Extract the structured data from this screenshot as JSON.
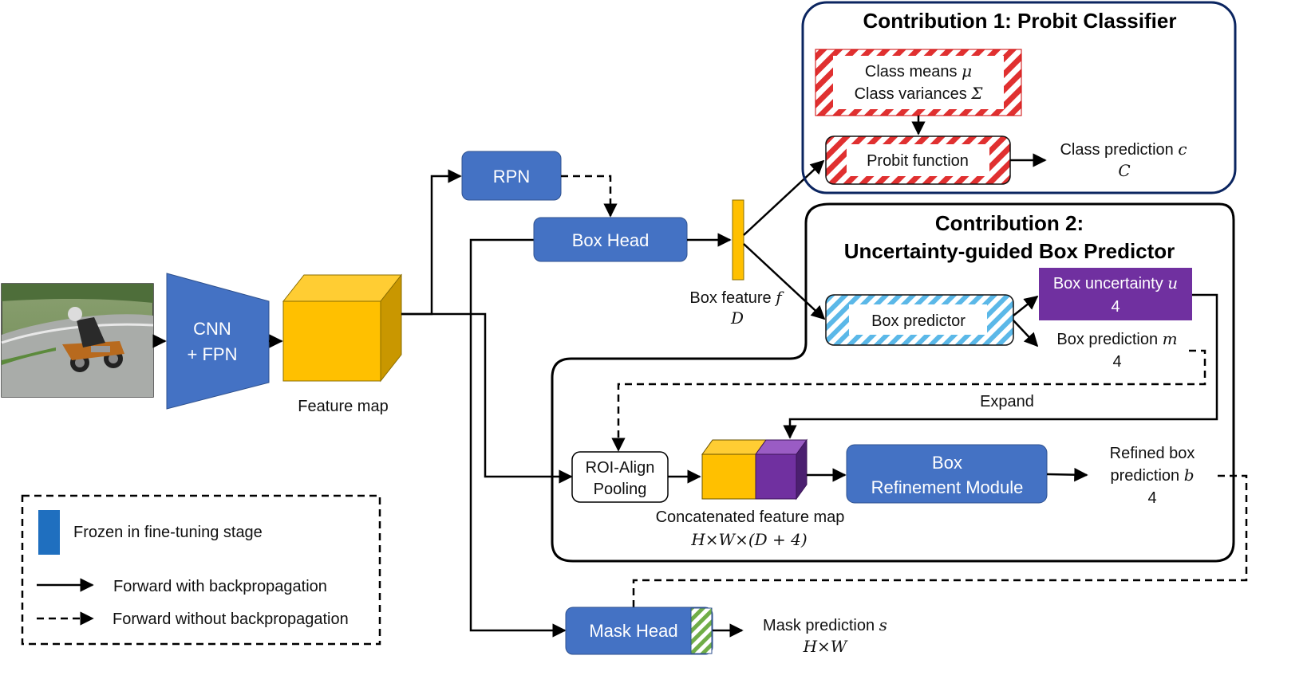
{
  "colors": {
    "blue": "#4472C4",
    "gold": "#FFC000",
    "gold_dark": "#C99700",
    "purple": "#7030A0",
    "red_stripe": "#E03030",
    "cyan_stripe": "#5BB8E8",
    "green_stripe": "#70AD47",
    "navy": "#0B2560",
    "legend_blue": "#1F6FBF"
  },
  "image": {
    "subject": "motorcyclist-photo"
  },
  "nodes": {
    "cnn": {
      "line1": "CNN",
      "line2": "+ FPN"
    },
    "feature_map": "Feature map",
    "rpn": "RPN",
    "box_head": "Box Head",
    "box_feature": {
      "line1_text": "Box feature ",
      "line1_sym": "f",
      "line2": "D"
    },
    "roi_align": {
      "line1": "ROI-Align",
      "line2": "Pooling"
    },
    "concat_map": {
      "line1": "Concatenated feature map",
      "line2": "H×W×(D + 4)"
    },
    "box_refinement": {
      "line1": "Box",
      "line2": "Refinement Module"
    },
    "refined_pred": {
      "line1": "Refined box",
      "line2_text": "prediction ",
      "line2_sym": "b",
      "line3": "4"
    },
    "mask_head": "Mask Head",
    "mask_pred": {
      "line1_text": "Mask prediction ",
      "line1_sym": "s",
      "line2": "H×W"
    }
  },
  "contribution1": {
    "title": "Contribution 1: Probit Classifier",
    "class_means_text": "Class means ",
    "class_means_sym": "μ",
    "class_variances_text": "Class variances ",
    "class_variances_sym": "Σ",
    "probit": "Probit function",
    "class_pred_text": "Class prediction ",
    "class_pred_sym": "c",
    "class_pred_dim": "C"
  },
  "contribution2": {
    "title_line1": "Contribution 2:",
    "title_line2": "Uncertainty-guided Box Predictor",
    "box_predictor": "Box predictor",
    "box_uncertainty_text": "Box uncertainty ",
    "box_uncertainty_sym": "u",
    "box_uncertainty_dim": "4",
    "box_prediction_text": "Box prediction ",
    "box_prediction_sym": "m",
    "box_prediction_dim": "4",
    "expand": "Expand"
  },
  "legend": {
    "frozen": "Frozen in fine-tuning stage",
    "forward_bp": "Forward with backpropagation",
    "forward_nobp": "Forward without backpropagation"
  }
}
